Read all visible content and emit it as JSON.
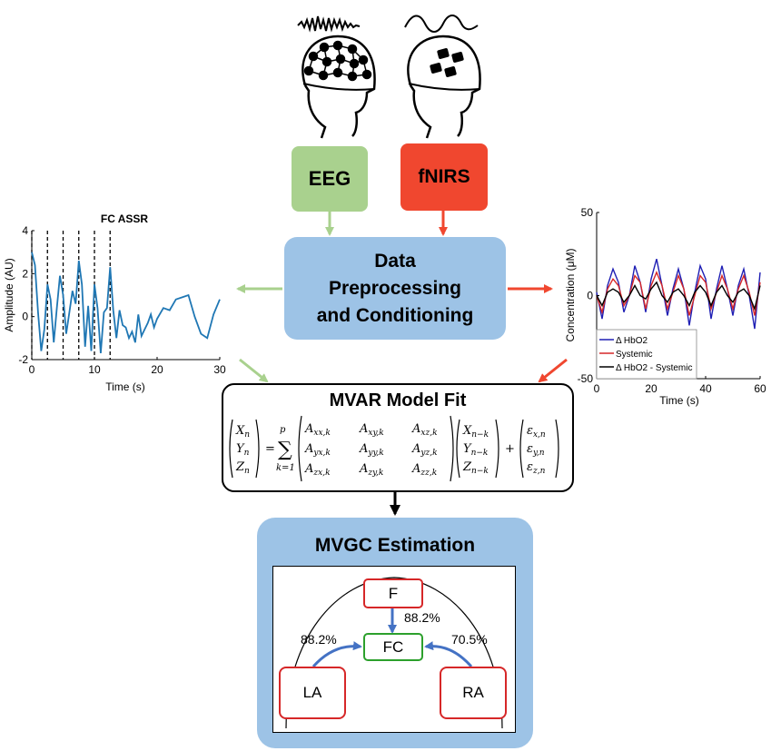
{
  "colors": {
    "eeg_green": "#a9d18e",
    "fnirs_red": "#f0472f",
    "process_blue": "#9dc3e6",
    "arrow_blue": "#4472c4",
    "node_red": "#d62728",
    "node_green": "#2ca02c",
    "eeg_trace": "#1f77b4"
  },
  "modalities": {
    "eeg_label": "EEG",
    "fnirs_label": "fNIRS"
  },
  "preprocessing": {
    "line1": "Data",
    "line2": "Preprocessing",
    "line3": "and Conditioning"
  },
  "mvar": {
    "title": "MVAR Model Fit"
  },
  "mvgc": {
    "title": "MVGC Estimation",
    "nodes": {
      "top": "F",
      "center": "FC",
      "left": "LA",
      "right": "RA"
    },
    "edges": {
      "top_to_center": "88.2%",
      "left_to_center": "88.2%",
      "right_to_center": "70.5%"
    }
  },
  "chart_data": [
    {
      "type": "line",
      "title": "FC ASSR",
      "xlabel": "Time (s)",
      "ylabel": "Amplitude (AU)",
      "xlim": [
        0,
        30
      ],
      "ylim": [
        -2,
        4
      ],
      "xticks": [
        "0",
        "10",
        "20",
        "30"
      ],
      "yticks": [
        "4",
        "2",
        "0",
        "-2"
      ],
      "stimulus_markers": [
        0,
        2.5,
        5,
        7.5,
        10,
        12.5
      ],
      "series": [
        {
          "x": [
            0,
            0.5,
            1,
            1.5,
            2,
            2.5,
            3,
            3.5,
            4,
            4.5,
            5,
            5.5,
            6,
            6.5,
            7,
            7.5,
            8,
            8.5,
            9,
            9.5,
            10,
            10.5,
            11,
            11.5,
            12,
            12.5,
            13,
            13.5,
            14,
            14.5,
            15,
            15.5,
            16,
            16.5,
            17,
            17.5,
            18,
            18.5,
            19,
            19.5,
            20,
            21,
            22,
            23,
            24,
            25,
            26,
            27,
            28,
            29,
            30
          ],
          "y": [
            3.0,
            2.4,
            0.2,
            -1.6,
            -0.6,
            1.5,
            0.8,
            -1.2,
            0.4,
            1.9,
            1.0,
            -0.8,
            0.2,
            1.2,
            0.6,
            2.6,
            1.5,
            -1.4,
            0.5,
            -1.6,
            1.5,
            0.4,
            -1.7,
            0.2,
            0.4,
            2.3,
            0.3,
            -1.0,
            0.3,
            -0.4,
            -0.5,
            -1.0,
            -0.7,
            -1.2,
            0.1,
            -0.9,
            -0.6,
            -0.3,
            0.1,
            -0.5,
            -0.1,
            0.4,
            0.3,
            0.8,
            0.9,
            1.0,
            0.0,
            -0.8,
            -1.0,
            0.1,
            0.8
          ]
        }
      ]
    },
    {
      "type": "line",
      "xlabel": "Time (s)",
      "ylabel": "Concentration (μM)",
      "xlim": [
        0,
        60
      ],
      "ylim": [
        -50,
        50
      ],
      "xticks": [
        "0",
        "20",
        "40",
        "60"
      ],
      "yticks": [
        "50",
        "0",
        "-50"
      ],
      "legend": {
        "placement": "bottom-left"
      },
      "series": [
        {
          "name": "Δ HbO2",
          "color": "#1f1fb4",
          "x": [
            0,
            2,
            4,
            6,
            8,
            10,
            12,
            14,
            16,
            18,
            20,
            22,
            24,
            26,
            28,
            30,
            32,
            34,
            36,
            38,
            40,
            42,
            44,
            46,
            48,
            50,
            52,
            54,
            56,
            58,
            60
          ],
          "y": [
            2,
            -14,
            6,
            16,
            8,
            -10,
            0,
            18,
            8,
            -10,
            10,
            22,
            6,
            -12,
            4,
            16,
            4,
            -18,
            2,
            18,
            10,
            -14,
            4,
            18,
            4,
            -12,
            6,
            16,
            0,
            -20,
            14
          ]
        },
        {
          "name": "Systemic",
          "color": "#d62728",
          "x": [
            0,
            2,
            4,
            6,
            8,
            10,
            12,
            14,
            16,
            18,
            20,
            22,
            24,
            26,
            28,
            30,
            32,
            34,
            36,
            38,
            40,
            42,
            44,
            46,
            48,
            50,
            52,
            54,
            56,
            58,
            60
          ],
          "y": [
            0,
            -10,
            4,
            10,
            6,
            -6,
            0,
            12,
            8,
            -8,
            6,
            14,
            6,
            -8,
            2,
            12,
            4,
            -12,
            0,
            12,
            8,
            -8,
            2,
            12,
            4,
            -8,
            4,
            12,
            2,
            -12,
            8
          ]
        },
        {
          "name": "Δ HbO2 - Systemic",
          "color": "#000000",
          "x": [
            0,
            2,
            4,
            6,
            8,
            10,
            12,
            14,
            16,
            18,
            20,
            22,
            24,
            26,
            28,
            30,
            32,
            34,
            36,
            38,
            40,
            42,
            44,
            46,
            48,
            50,
            52,
            54,
            56,
            58,
            60
          ],
          "y": [
            0,
            -6,
            2,
            4,
            2,
            -4,
            0,
            6,
            0,
            -2,
            4,
            8,
            0,
            -4,
            2,
            4,
            0,
            -6,
            2,
            6,
            2,
            -6,
            2,
            6,
            0,
            -4,
            2,
            4,
            0,
            -8,
            6
          ]
        }
      ]
    }
  ]
}
